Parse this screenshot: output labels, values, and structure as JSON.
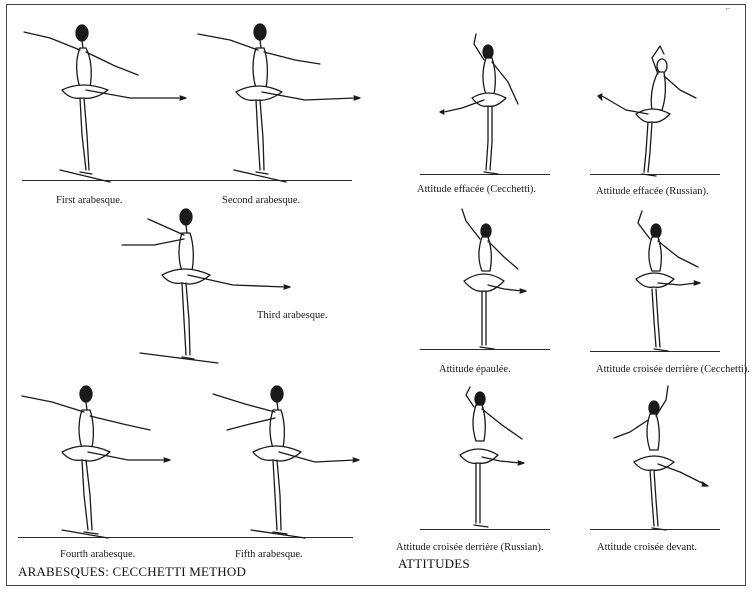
{
  "arabesques": {
    "section_title": "ARABESQUES: CECCHETTI METHOD",
    "captions": [
      "First arabesque.",
      "Second arabesque.",
      "Third arabesque.",
      "Fourth arabesque.",
      "Fifth arabesque."
    ]
  },
  "attitudes": {
    "section_title": "ATTITUDES",
    "captions": [
      "Attitude effacée (Cecchetti).",
      "Attitude effacée (Russian).",
      "Attitude épaulée.",
      "Attitude croisée derrière (Cecchetti).",
      "Attitude croisée derrière (Russian).",
      "Attitude croisée devant."
    ]
  },
  "colors": {
    "ink": "#1a1a1a",
    "paper": "#ffffff"
  }
}
